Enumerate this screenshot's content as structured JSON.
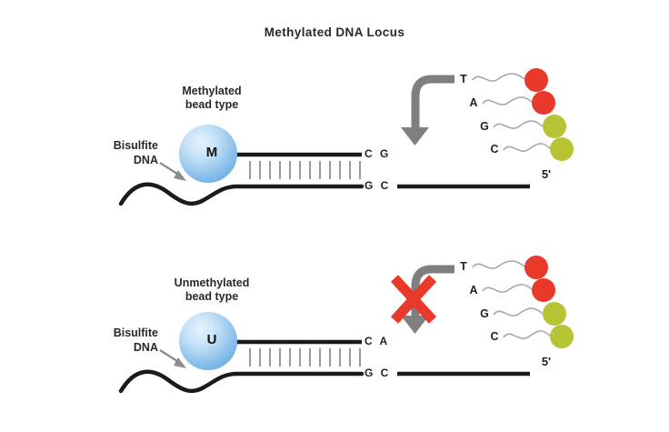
{
  "title": "Methylated DNA Locus",
  "colors": {
    "red_nucleotide": "#e8392a",
    "green_nucleotide": "#b6c433",
    "arrow_gray": "#7f7f7f",
    "blocked_x_red": "#e8392a",
    "bead_blue": "#8cc0ec",
    "strand_black": "#1b1b1b"
  },
  "panels": [
    {
      "id": "methylated",
      "bead_label_line1": "Methylated",
      "bead_label_line2": "bead type",
      "bead_letter": "M",
      "sample_label_line1": "Bisulfite",
      "sample_label_line2": "DNA",
      "probe_end": "C G",
      "template_pair": "G C",
      "five_prime": "5'",
      "extension_blocked": false,
      "nucleotides": [
        {
          "letter": "T",
          "color": "#e8392a"
        },
        {
          "letter": "A",
          "color": "#e8392a"
        },
        {
          "letter": "G",
          "color": "#b6c433"
        },
        {
          "letter": "C",
          "color": "#b6c433"
        }
      ]
    },
    {
      "id": "unmethylated",
      "bead_label_line1": "Unmethylated",
      "bead_label_line2": "bead type",
      "bead_letter": "U",
      "sample_label_line1": "Bisulfite",
      "sample_label_line2": "DNA",
      "probe_end": "C A",
      "template_pair": "G C",
      "five_prime": "5'",
      "extension_blocked": true,
      "nucleotides": [
        {
          "letter": "T",
          "color": "#e8392a"
        },
        {
          "letter": "A",
          "color": "#e8392a"
        },
        {
          "letter": "G",
          "color": "#b6c433"
        },
        {
          "letter": "C",
          "color": "#b6c433"
        }
      ]
    }
  ]
}
